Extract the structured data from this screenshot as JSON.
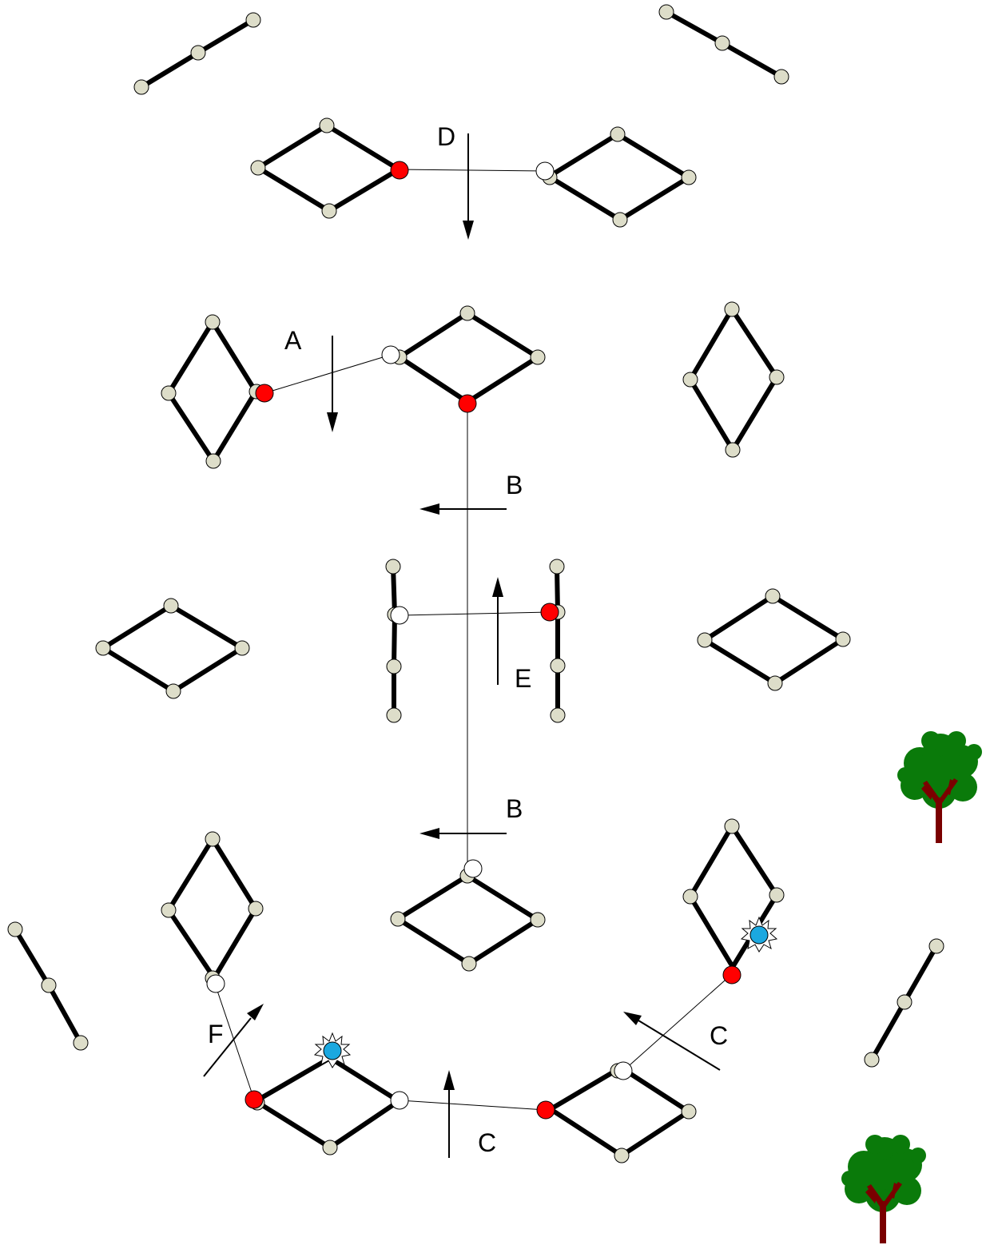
{
  "labels": {
    "A": "A",
    "B1": "B",
    "B2": "B",
    "C1": "C",
    "C2": "C",
    "D": "D",
    "E": "E",
    "F": "F"
  },
  "colors": {
    "node": "#ddddc9",
    "active_node": "#ff0000",
    "open_node": "#ffffff",
    "sun": "#1ba8e0",
    "tree_leaves": "#0a7a0a",
    "tree_trunk": "#7a0000",
    "bond": "#000000"
  },
  "icons": [
    "sun-icon",
    "tree-icon"
  ]
}
